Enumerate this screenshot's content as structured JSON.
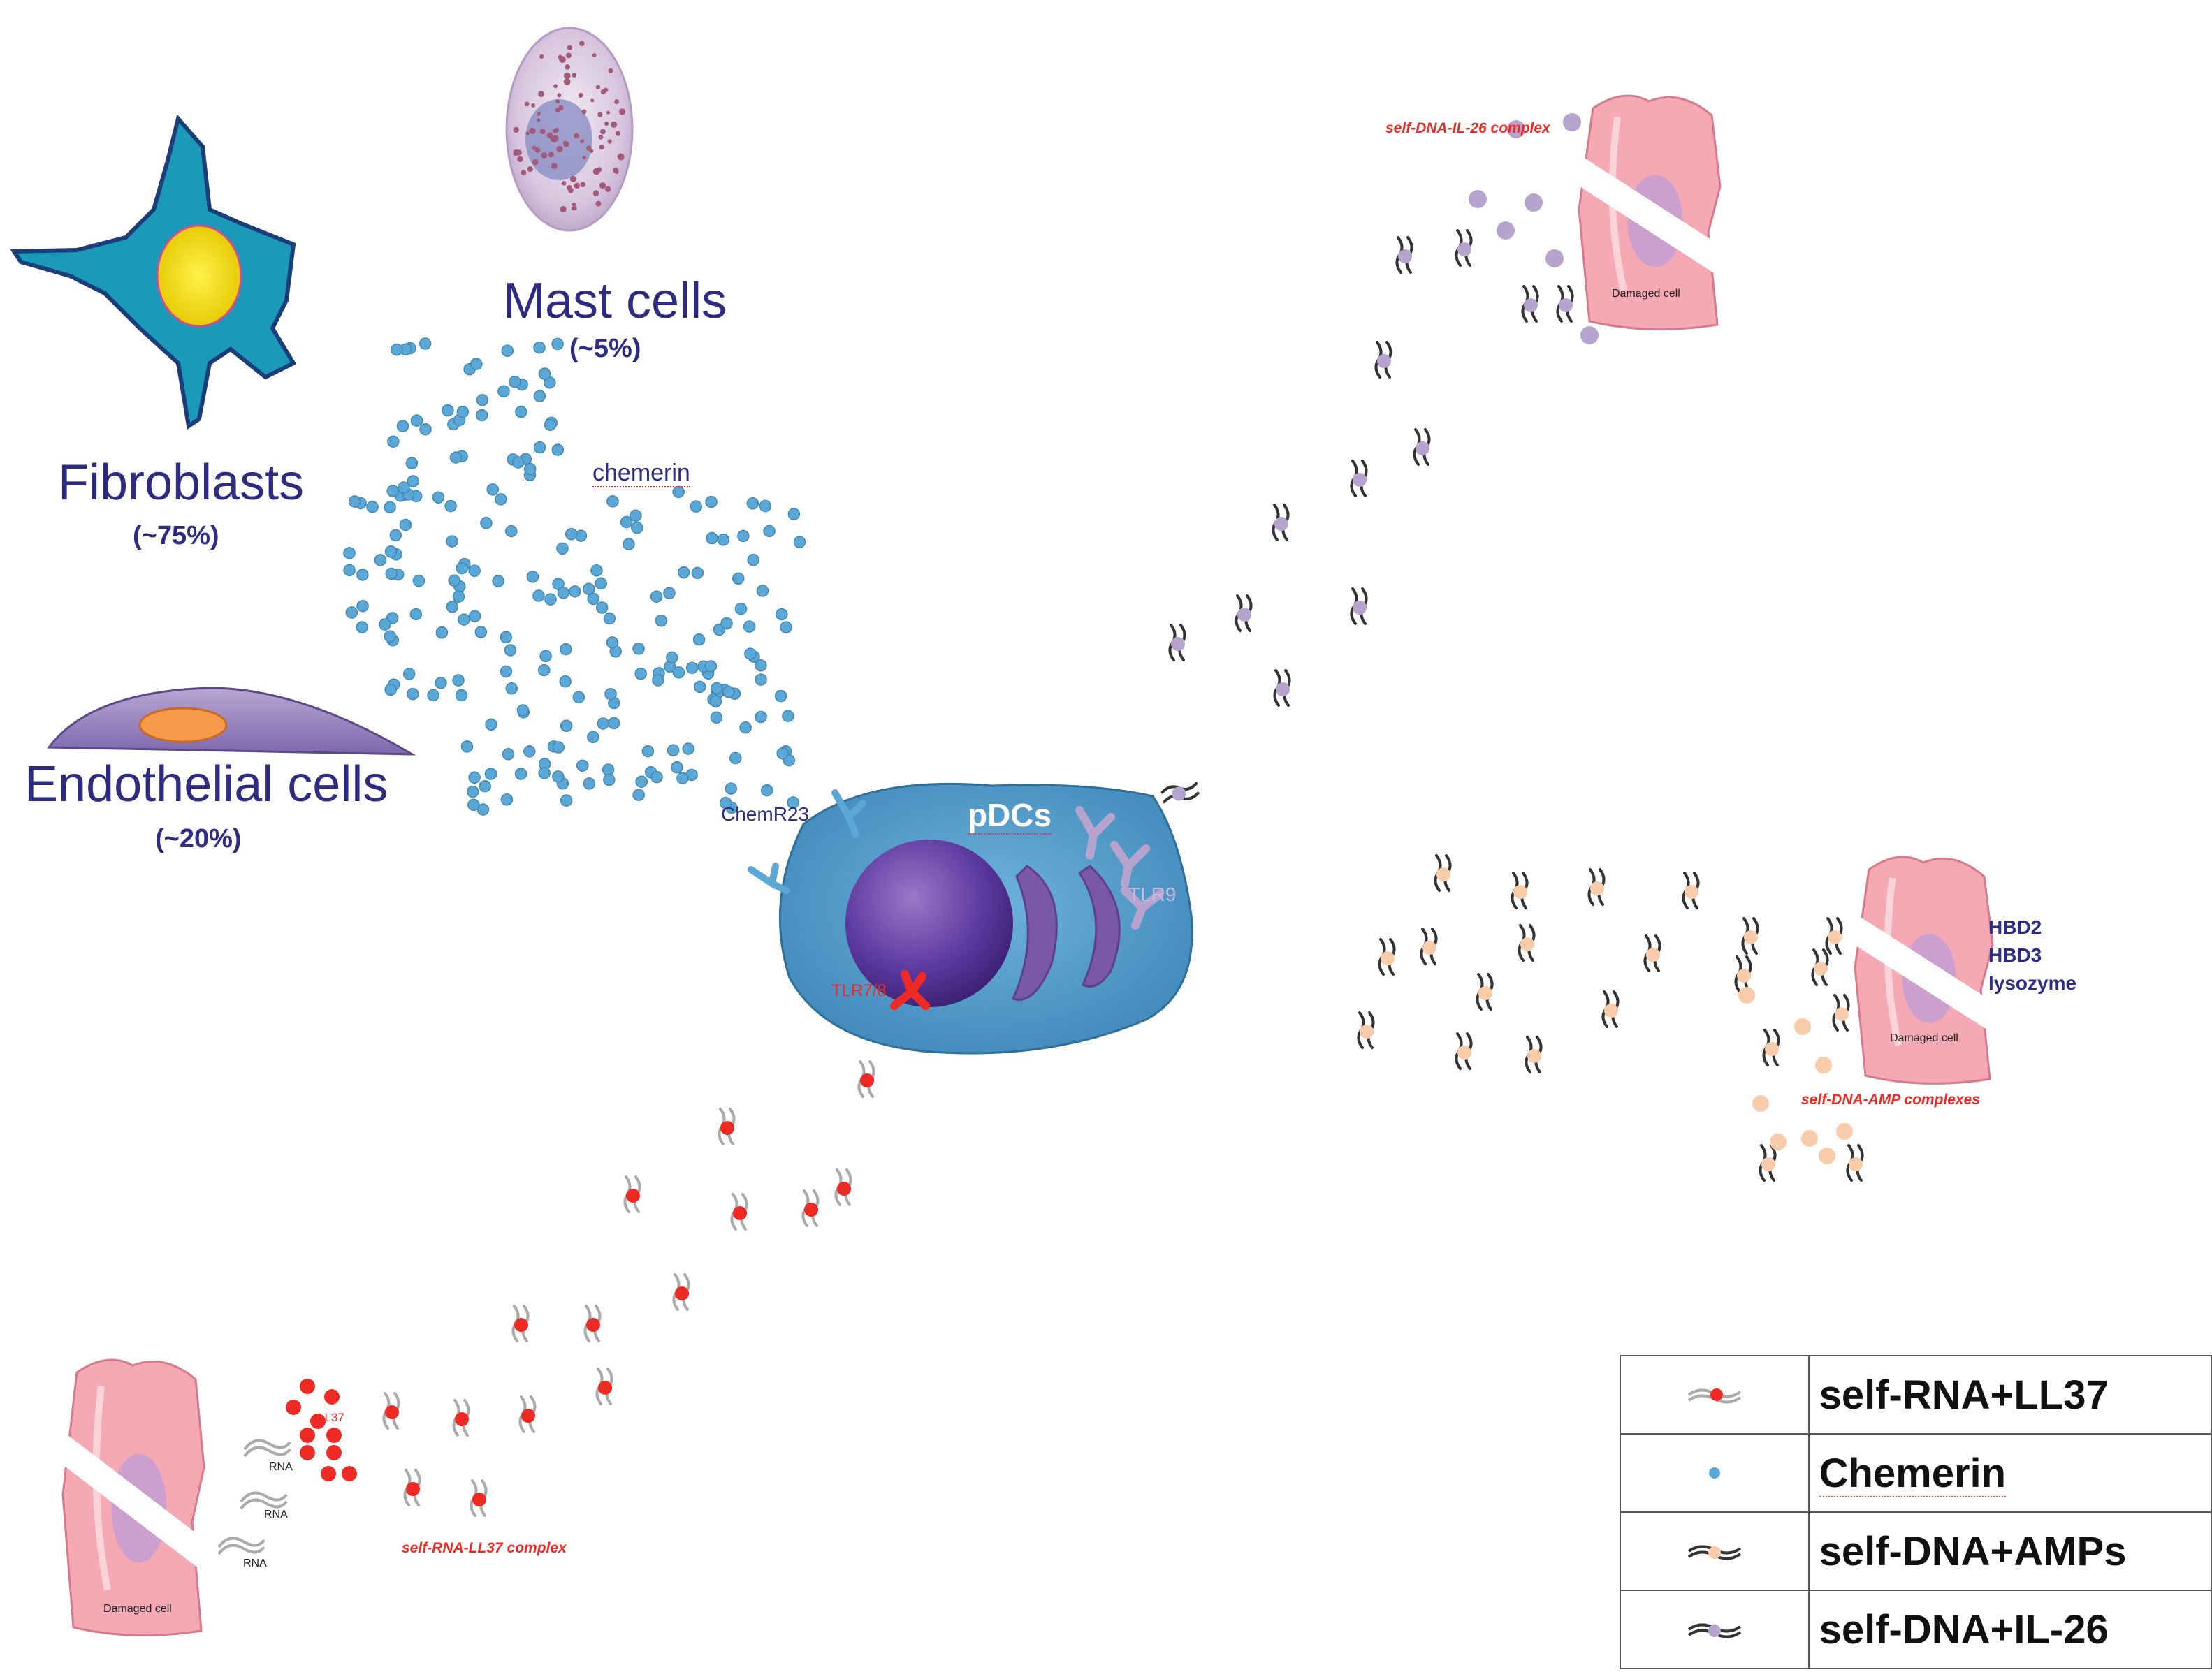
{
  "cells": {
    "fibroblasts": {
      "name": "Fibroblasts",
      "pct": "(~75%)"
    },
    "mast": {
      "name": "Mast cells",
      "pct": "(~5%)"
    },
    "endothelial": {
      "name": "Endothelial cells",
      "pct": "(~20%)"
    }
  },
  "labels": {
    "chemerin": "chemerin",
    "chemr23": "ChemR23",
    "pdcs": "pDCs",
    "tlr9": "TLR9",
    "tlr78": "TLR7/8",
    "il26_complex": "self-DNA-IL-26 complex",
    "amp_complex": "self-DNA-AMP complexes",
    "ll37_complex": "self-RNA-LL37 complex",
    "ll37": "LL37",
    "rna": "RNA",
    "damaged_cell": "Damaged cell",
    "hbd2": "HBD2",
    "hbd3": "HBD3",
    "lysozyme": "lysozyme"
  },
  "legend": [
    {
      "label": "self-RNA+LL37",
      "dot": "#ee2a24"
    },
    {
      "label": "Chemerin",
      "dot": "#5ba8d6"
    },
    {
      "label": "self-DNA+AMPs",
      "dot": "#f8ccaa"
    },
    {
      "label": "self-DNA+IL-26",
      "dot": "#b6a4cf"
    }
  ],
  "colors": {
    "chemerin": "#5ba8d6",
    "il26": "#b6a4cf",
    "amp": "#f8ccaa",
    "ll37": "#ee2a24",
    "text_blue": "#2e2b83",
    "damaged_cell": "#f4a9b5",
    "pdc_body": "#4a97c8"
  }
}
